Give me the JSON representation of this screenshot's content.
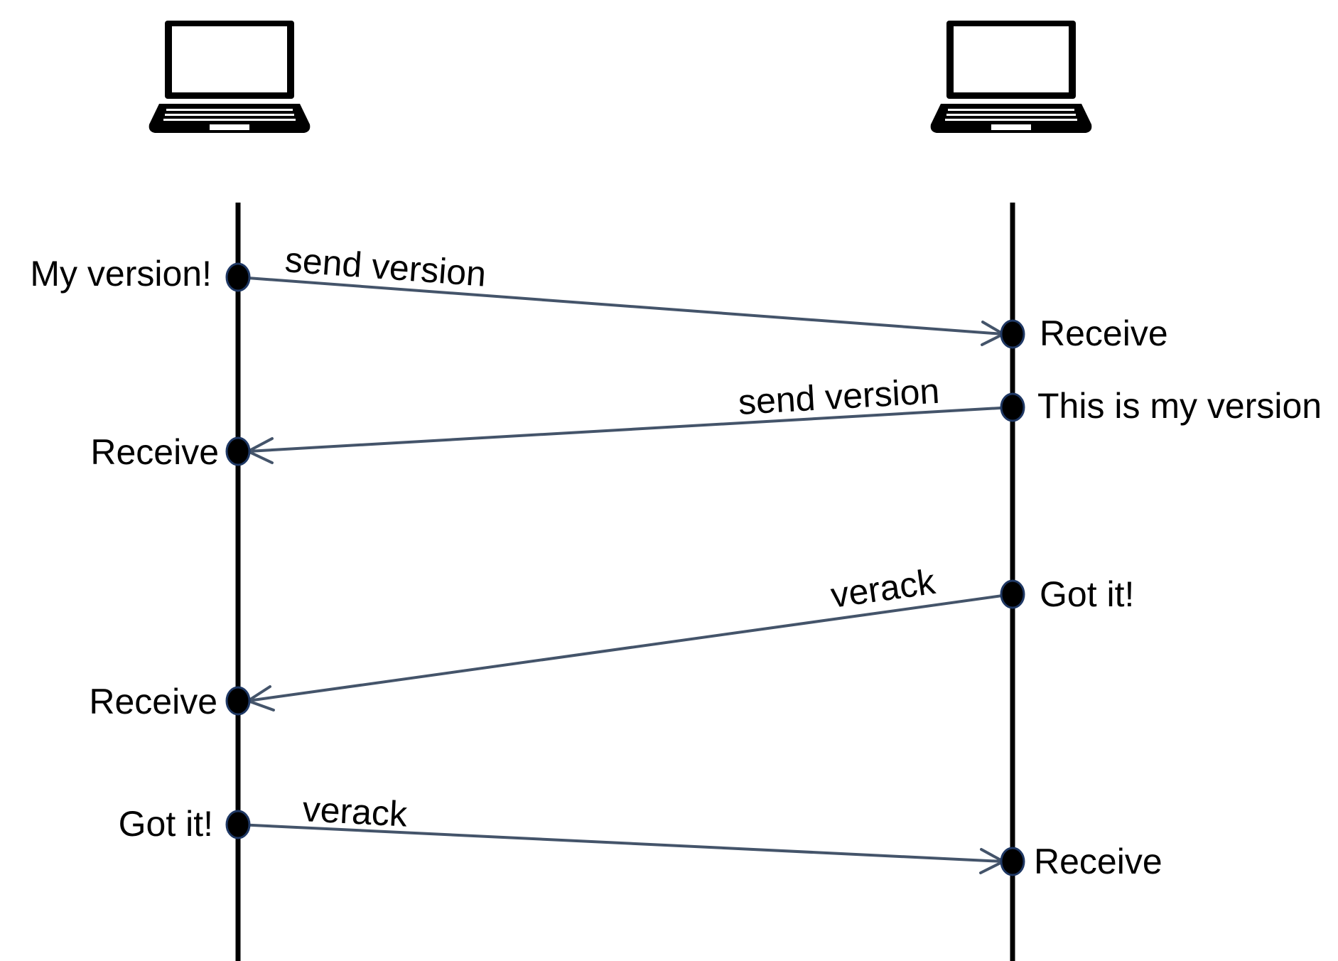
{
  "nodes": {
    "left": {
      "icon": "laptop-icon"
    },
    "right": {
      "icon": "laptop-icon"
    }
  },
  "colors": {
    "lifeline": "#000000",
    "arrow": "#44546a",
    "event_dot": "#000000",
    "event_dot_outline": "#1f3864",
    "text": "#000000"
  },
  "events": {
    "left": [
      "My version!",
      "Receive",
      "Receive",
      "Got it!"
    ],
    "right": [
      "Receive",
      "This is my version",
      "Got it!",
      "Receive"
    ]
  },
  "messages": [
    {
      "label": "send version",
      "from": "left",
      "to": "right"
    },
    {
      "label": "send version",
      "from": "right",
      "to": "left"
    },
    {
      "label": "verack",
      "from": "right",
      "to": "left"
    },
    {
      "label": "verack",
      "from": "left",
      "to": "right"
    }
  ]
}
